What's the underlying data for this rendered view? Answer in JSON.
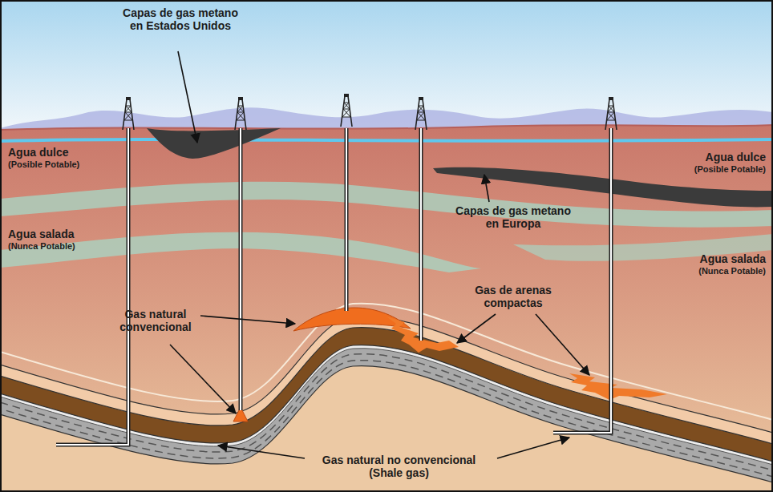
{
  "diagram": {
    "labels": [
      "Capas de gas metano en Estados Unidos",
      "Agua dulce",
      "(Posible Potable)",
      "Capas de gas metano en Europa",
      "Agua dulce",
      "(Posible Potable)",
      "Agua salada",
      "(Nunca Potable)",
      "Agua salada",
      "(Nunca Potable)",
      "Gas natural convencional",
      "Gas de arenas compactas",
      "Gas natural no convencional (Shale gas)"
    ]
  }
}
